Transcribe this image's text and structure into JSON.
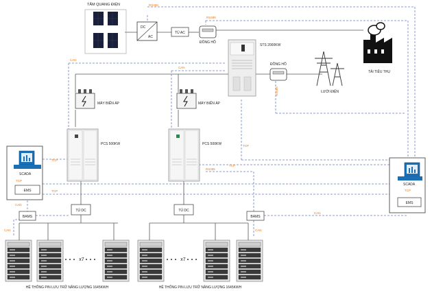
{
  "labels": {
    "solar_panels": "TẤM QUANG ĐIỆN",
    "inverter_dc": "DC",
    "inverter_ac": "AC",
    "ac_cabinet": "TỦ AC",
    "meter_top": "ĐỒNG HỒ",
    "sts": "STS 2000KW",
    "meter_right": "ĐỒNG HỒ",
    "grid": "LƯỚI ĐIỆN",
    "load": "TẢI TIÊU THỤ",
    "transformer_1": "MÁY BIẾN ÁP",
    "transformer_2": "MÁY BIẾN ÁP",
    "pcs_1": "PCS 500KW",
    "pcs_2": "PCS 500KW",
    "dc_cabinet_1": "TỦ DC",
    "dc_cabinet_2": "TỦ DC",
    "bams_left": "BAMS",
    "bams_right": "BAMS",
    "scada_left": "SCADA",
    "ems_left": "EMS",
    "scada_right": "SCADA",
    "ems_right": "EMS",
    "rack_gap_1": "x7",
    "rack_gap_2": "x7",
    "battery_system_1": "HỆ THỐNG PIN LƯU TRỮ NĂNG LƯỢNG 1645KWH",
    "battery_system_2": "HỆ THỐNG PIN LƯU TRỮ NĂNG LƯỢNG 1645KWH"
  },
  "protocols": {
    "rs485_top": "RS485",
    "rs485_meter": "RS485",
    "rs485_grid_meter": "RS485",
    "rs485_mid": "RS485",
    "can_1": "CAN",
    "can_2": "CAN",
    "can_left_top": "CAN",
    "can_left_bottom": "CAN",
    "can_right_top": "CAN",
    "can_bams_right": "CAN",
    "tcp_left_1": "TCP",
    "tcp_left_2": "TCP",
    "tcp_left_3": "TCP",
    "tcp_mid_1": "TCP",
    "tcp_mid_2": "TCP",
    "tcp_right_1": "TCP"
  },
  "colors": {
    "power_line": "#555555",
    "comm_blue": "#6a7fc0",
    "comm_orange": "#e07b20",
    "pcs_body": "#eeeeee",
    "battery_body": "#e8e8e8",
    "solar": "#1a1f3a"
  }
}
